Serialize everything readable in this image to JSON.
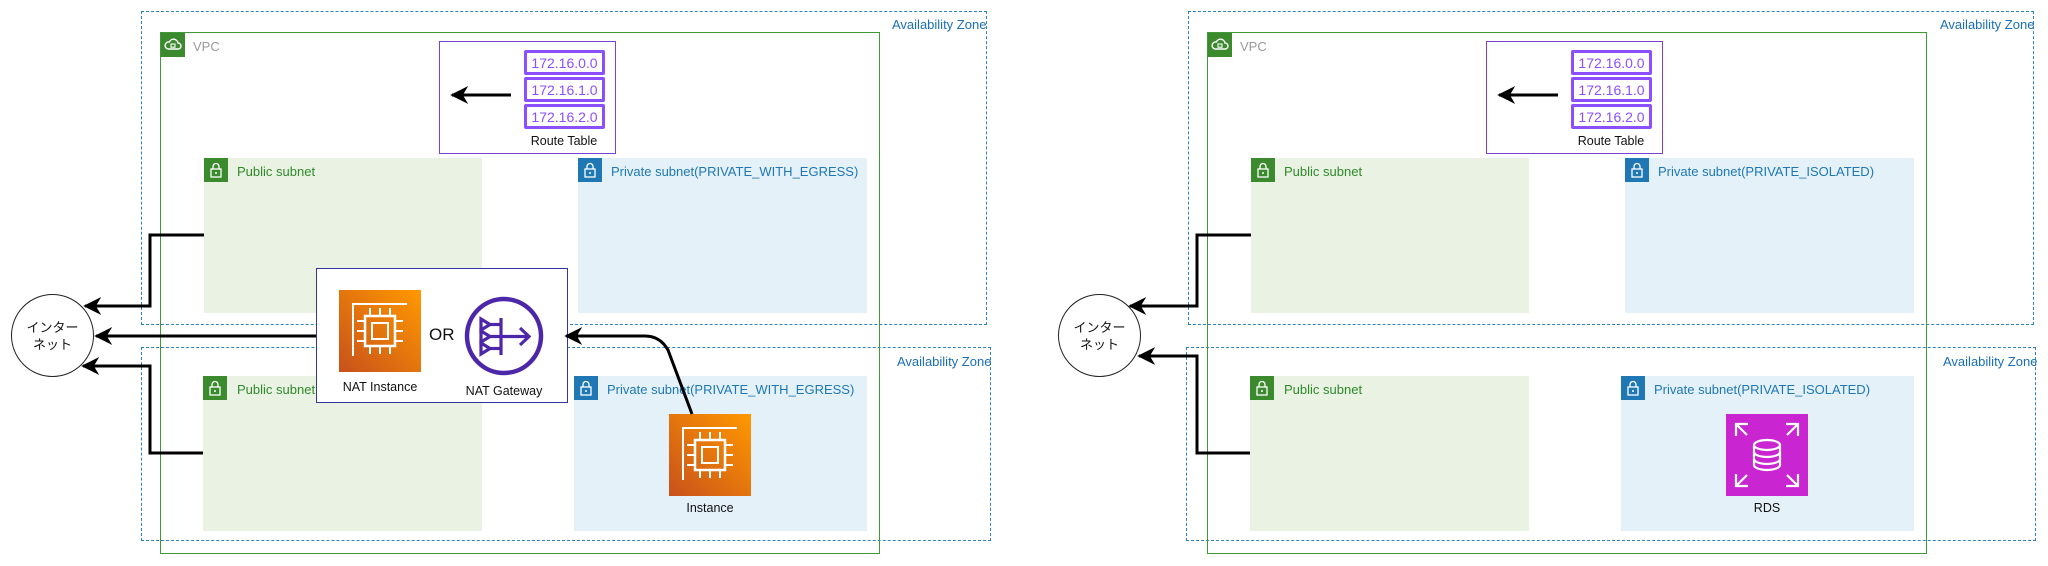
{
  "diagrams": [
    {
      "az_top_label": "Availability Zone",
      "az_bottom_label": "Availability Zone",
      "vpc_label": "VPC",
      "route_table": {
        "entries": [
          "172.16.0.0",
          "172.16.1.0",
          "172.16.2.0"
        ],
        "label": "Route Table"
      },
      "public_subnet_top": "Public subnet",
      "private_subnet_top": "Private subnet(PRIVATE_WITH_EGRESS)",
      "public_subnet_bottom": "Public subnet",
      "private_subnet_bottom": "Private subnet(PRIVATE_WITH_EGRESS)",
      "internet_label": "インター\nネット",
      "nat_instance_label": "NAT Instance",
      "or_label": "OR",
      "nat_gateway_label": "NAT Gateway",
      "instance_label": "Instance"
    },
    {
      "az_top_label": "Availability Zone",
      "az_bottom_label": "Availability Zone",
      "vpc_label": "VPC",
      "route_table": {
        "entries": [
          "172.16.0.0",
          "172.16.1.0",
          "172.16.2.0"
        ],
        "label": "Route Table"
      },
      "public_subnet_top": "Public subnet",
      "private_subnet_top": "Private subnet(PRIVATE_ISOLATED)",
      "public_subnet_bottom": "Public subnet",
      "private_subnet_bottom": "Private subnet(PRIVATE_ISOLATED)",
      "internet_label": "インター\nネット",
      "rds_label": "RDS"
    }
  ],
  "colors": {
    "availability_zone": "#2f7fc1",
    "vpc": "#3f9a36",
    "route_table": "#8c4fff",
    "ec2": "#ed7100",
    "nat_gateway": "#4d27aa",
    "rds": "#c925d1",
    "public_subnet_bg": "#e9f2e3",
    "private_subnet_bg": "#e5f1f8"
  }
}
